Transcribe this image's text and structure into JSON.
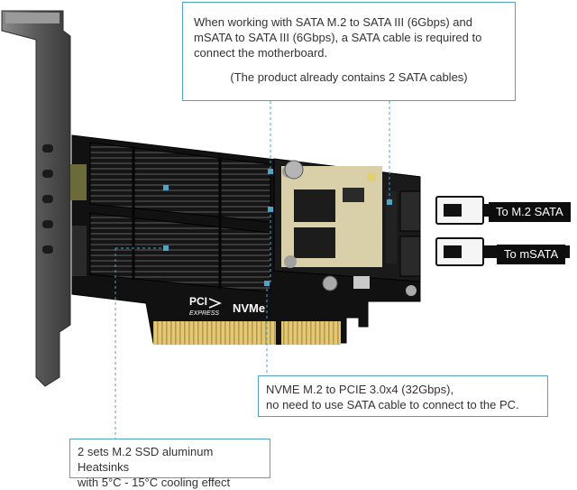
{
  "callouts": {
    "sata": {
      "lines": [
        "When working with SATA M.2 to SATA III (6Gbps) and",
        "mSATA to SATA III (6Gbps), a SATA cable is required to",
        "connect the motherboard."
      ],
      "note": "(The product already contains 2 SATA cables)"
    },
    "nvme": {
      "lines": [
        "NVME M.2 to PCIE 3.0x4 (32Gbps),",
        "no need to use SATA cable to connect to the PC."
      ]
    },
    "heatsink": {
      "lines": [
        "2 sets M.2 SSD aluminum Heatsinks",
        "with 5°C - 15°C cooling effect"
      ]
    }
  },
  "cable_labels": {
    "m2": "To M.2 SATA",
    "msata": "To mSATA"
  },
  "board_logos": {
    "pci_line1": "PCI",
    "pci_line2": "EXPRESS",
    "nvme": "NVMe"
  },
  "colors": {
    "accent": "#4fa3c7",
    "pcb": "#111111",
    "heatsink": "#1b1b1b",
    "bracket": "#6e6e6e",
    "gold": "#d8bc6a"
  }
}
